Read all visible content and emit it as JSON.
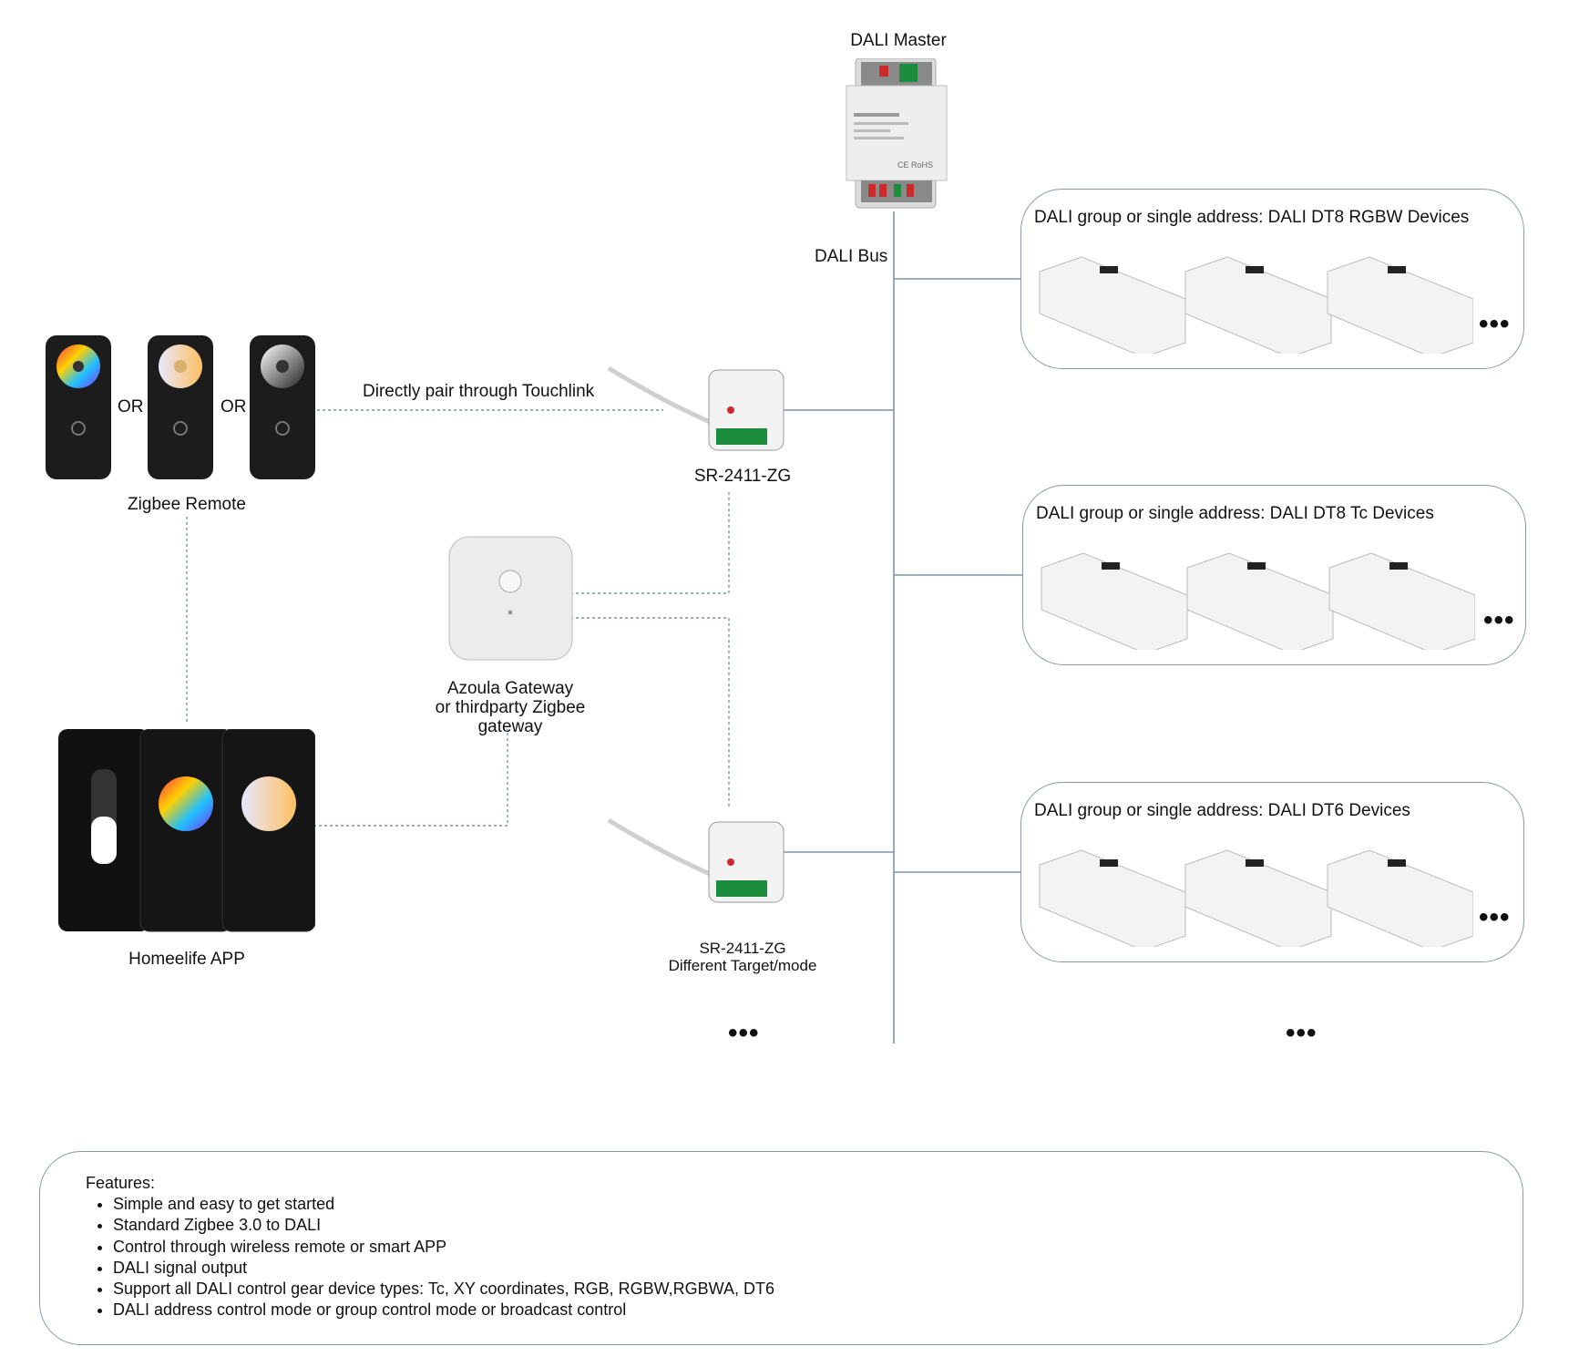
{
  "master": {
    "label": "DALI Master"
  },
  "bus": {
    "label": "DALI Bus"
  },
  "remote": {
    "label": "Zigbee Remote",
    "or1": "OR",
    "or2": "OR"
  },
  "touchlink": {
    "label": "Directly pair through Touchlink"
  },
  "controller1": {
    "label": "SR-2411-ZG"
  },
  "controller2": {
    "label_line1": "SR-2411-ZG",
    "label_line2": "Different Target/mode"
  },
  "gateway": {
    "line1": "Azoula Gateway",
    "line2": "or thirdparty Zigbee",
    "line3": "gateway"
  },
  "app": {
    "label": "Homeelife APP"
  },
  "groups": [
    {
      "title": "DALI group or single address: DALI DT8 RGBW Devices"
    },
    {
      "title": "DALI group or single address: DALI DT8 Tc Devices"
    },
    {
      "title": "DALI group or single address: DALI DT6 Devices"
    }
  ],
  "ellipsis": "•••",
  "features": {
    "heading": "Features:",
    "items": [
      "Simple and easy to get started",
      "Standard Zigbee 3.0 to DALI",
      "Control through wireless remote or smart APP",
      "DALI signal output",
      "Support all DALI control gear device types: Tc, XY coordinates, RGB, RGBW,RGBWA, DT6",
      "DALI address control mode or group control mode or broadcast control"
    ]
  },
  "colors": {
    "line": "#7f93a8",
    "border": "#8a97a8"
  }
}
